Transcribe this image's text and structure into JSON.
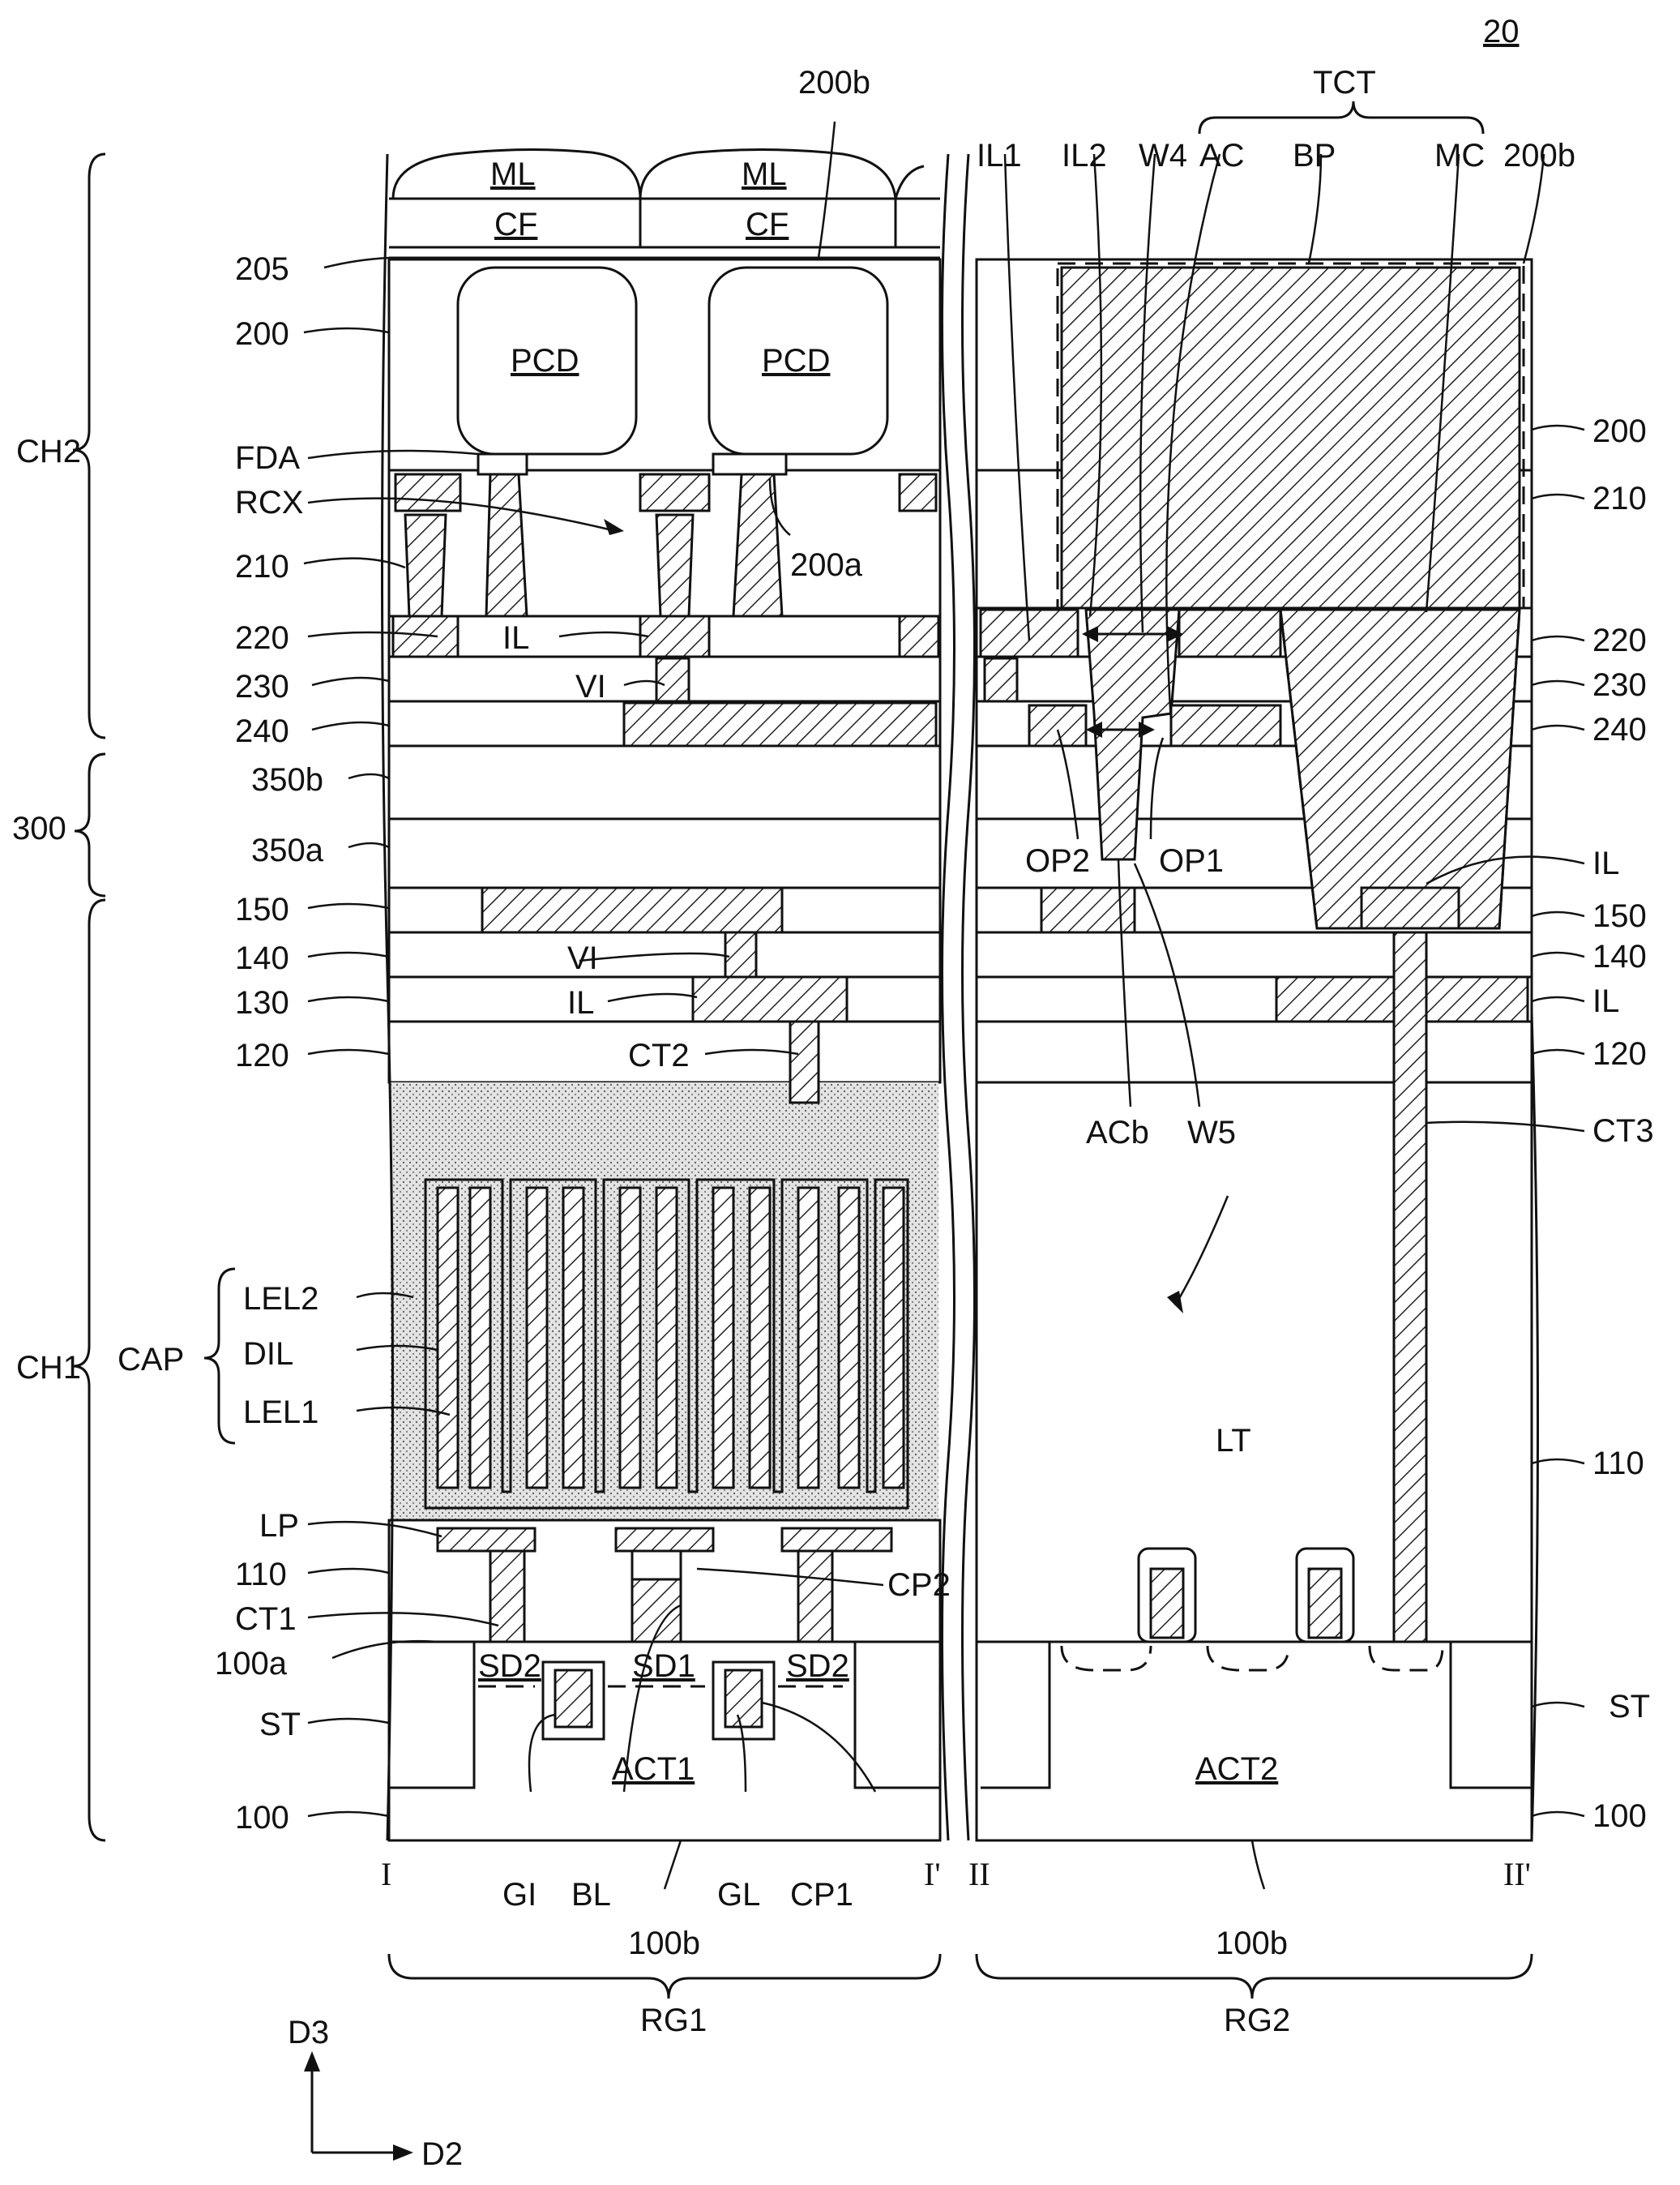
{
  "figure_number": "20",
  "sections": {
    "ch2": "CH2",
    "layer300": "300",
    "ch1": "CH1",
    "cap": "CAP"
  },
  "left_labels": {
    "l205": "205",
    "l200": "200",
    "fda": "FDA",
    "rcx": "RCX",
    "l210": "210",
    "l220": "220",
    "l230": "230",
    "l240": "240",
    "l350b": "350b",
    "l350a": "350a",
    "l150": "150",
    "l140": "140",
    "l130": "130",
    "l120": "120",
    "lel2": "LEL2",
    "dil": "DIL",
    "lel1": "LEL1",
    "lp": "LP",
    "l110": "110",
    "ct1": "CT1",
    "l100a": "100a",
    "st": "ST",
    "l100": "100"
  },
  "right_labels": {
    "r200": "200",
    "r210": "210",
    "r220": "220",
    "r230": "230",
    "r240": "240",
    "il": "IL",
    "r150": "150",
    "r140": "140",
    "ril": "IL",
    "r120": "120",
    "ct3": "CT3",
    "r110": "110",
    "rst": "ST",
    "r100": "100"
  },
  "rg1_labels": {
    "ml": "ML",
    "cf": "CF",
    "pcd": "PCD",
    "s200b": "200b",
    "s200a": "200a",
    "il": "IL",
    "vi": "VI",
    "ct2": "CT2",
    "cp2": "CP2",
    "sd1": "SD1",
    "sd2": "SD2",
    "act1": "ACT1",
    "gi": "GI",
    "bl": "BL",
    "gl": "GL",
    "cp1": "CP1"
  },
  "rg2_labels": {
    "tct": "TCT",
    "il1": "IL1",
    "il2": "IL2",
    "w4": "W4",
    "ac": "AC",
    "bp": "BP",
    "mc": "MC",
    "s200b": "200b",
    "op2": "OP2",
    "op1": "OP1",
    "acb": "ACb",
    "w5": "W5",
    "lt": "LT",
    "act2": "ACT2"
  },
  "bottom": {
    "i": "I",
    "ip": "I'",
    "ii": "II",
    "iip": "II'",
    "b100b_1": "100b",
    "b100b_2": "100b",
    "rg1": "RG1",
    "rg2": "RG2"
  },
  "axes": {
    "d3": "D3",
    "d2": "D2"
  }
}
